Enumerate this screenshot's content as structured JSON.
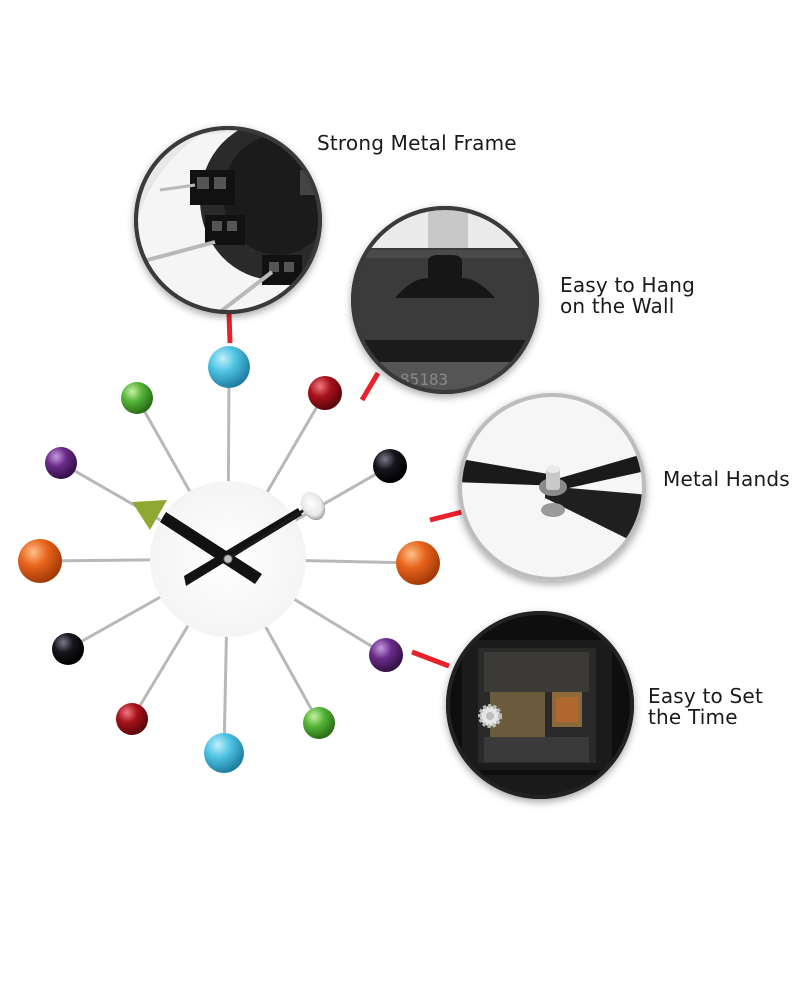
{
  "features": [
    {
      "lines": [
        "Strong Metal Frame"
      ]
    },
    {
      "lines": [
        "Easy to Hang",
        "on the Wall"
      ]
    },
    {
      "lines": [
        "Metal Hands"
      ]
    },
    {
      "lines": [
        "Easy to Set",
        "the Time"
      ]
    }
  ],
  "colors": {
    "connector": "#e8212b",
    "ball_cyan": "#4fc3e3",
    "ball_red": "#a8121c",
    "ball_black": "#15151c",
    "ball_orange": "#e8641c",
    "ball_purple": "#6a2b8a",
    "ball_green": "#55b537",
    "second_hand_pointer": "#8fa832"
  },
  "clock_balls_clockwise_from_top": [
    "cyan",
    "red",
    "black",
    "orange",
    "purple",
    "green",
    "cyan",
    "red",
    "black",
    "orange",
    "purple",
    "green"
  ]
}
